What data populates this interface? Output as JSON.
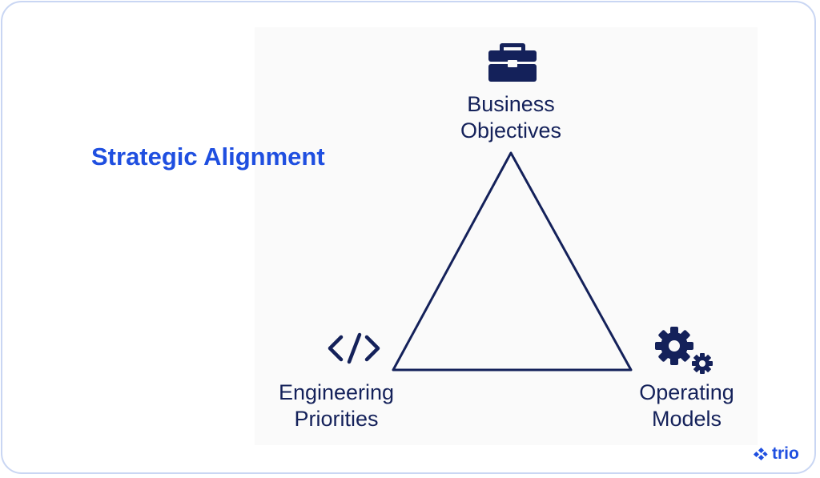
{
  "title": "Strategic Alignment",
  "nodes": {
    "top": {
      "line1": "Business",
      "line2": "Objectives",
      "icon": "briefcase-icon"
    },
    "left": {
      "line1": "Engineering",
      "line2": "Priorities",
      "icon": "code-icon"
    },
    "right": {
      "line1": "Operating",
      "line2": "Models",
      "icon": "gears-icon"
    }
  },
  "logo": {
    "text": "trio"
  },
  "colors": {
    "accent": "#1f4fe0",
    "navy": "#14215a",
    "border": "#c9d6f3"
  }
}
